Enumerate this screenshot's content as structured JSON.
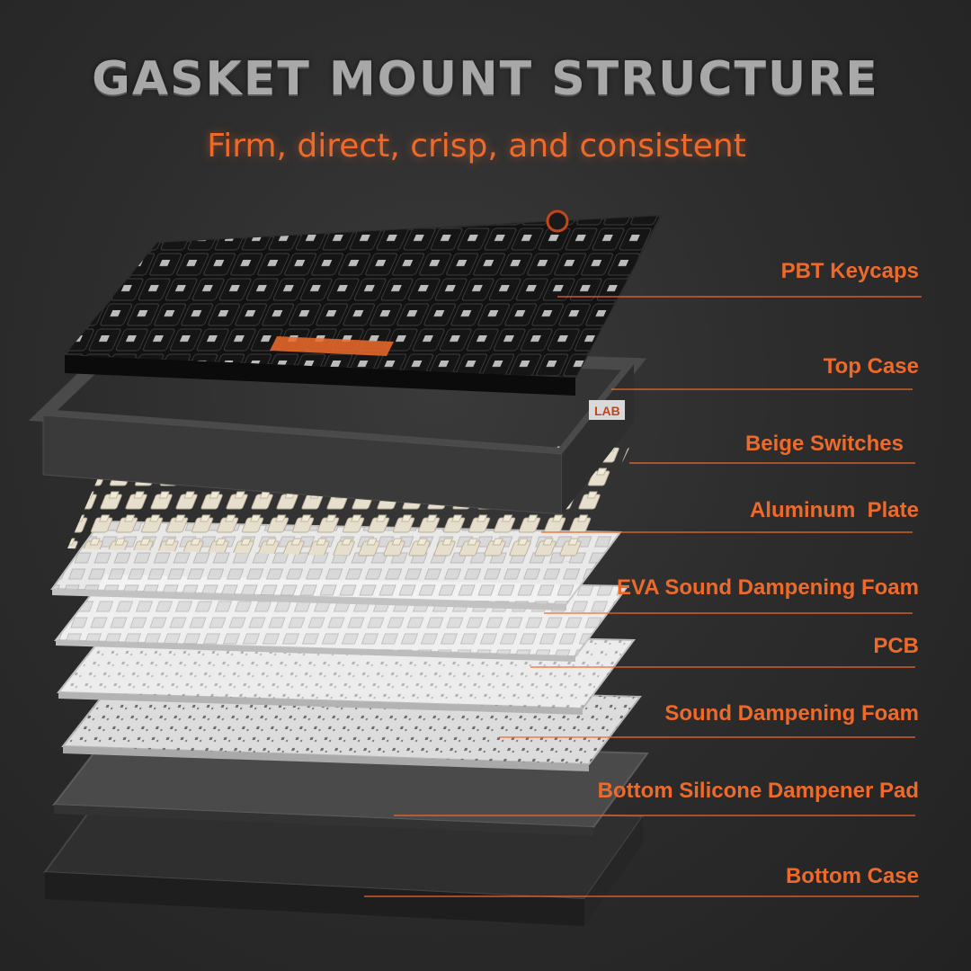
{
  "header": {
    "title": "GASKET MOUNT STRUCTURE",
    "subtitle": "Firm, direct, crisp, and consistent"
  },
  "layers": [
    {
      "label": "PBT Keycaps"
    },
    {
      "label": "Top Case"
    },
    {
      "label": "Beige Switches"
    },
    {
      "label": "Aluminum  Plate"
    },
    {
      "label": "EVA Sound Dampening Foam"
    },
    {
      "label": "PCB"
    },
    {
      "label": "Sound Dampening Foam"
    },
    {
      "label": "Bottom Silicone Dampener Pad"
    },
    {
      "label": "Bottom Case"
    }
  ],
  "case_badge": {
    "text": "LAB"
  },
  "colors": {
    "accent": "#ee6a2a",
    "background": "#2d2d2d",
    "title_gray": "#a8a8a8",
    "keycap": "#1c1c1c",
    "switch_beige": "#e4dccb",
    "plate_white": "#e9e9e9",
    "case_dark": "#3a3a3a"
  }
}
